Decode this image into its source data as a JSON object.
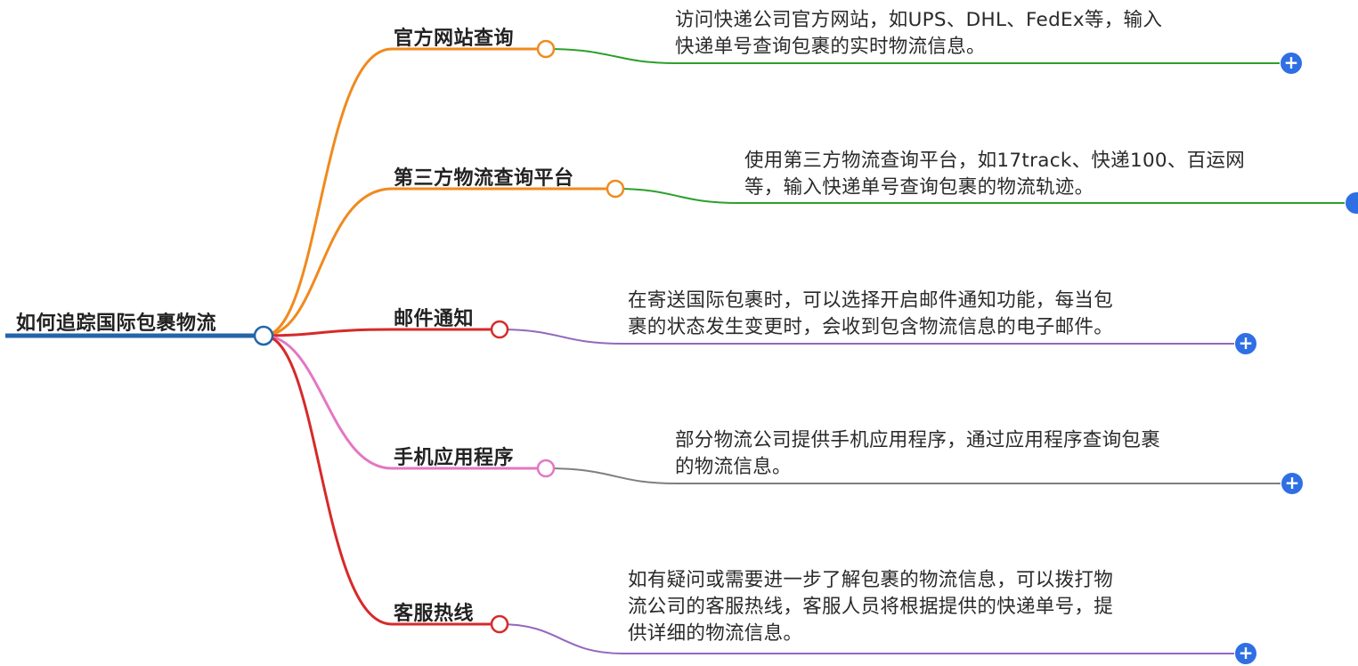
{
  "root": {
    "label": "如何追踪国际包裹物流",
    "color": "#2366a8"
  },
  "branches": [
    {
      "id": "official-site",
      "label": "官方网站查询",
      "color": "#f08a1e",
      "leaf_color": "#2ca02c",
      "text": "访问快递公司官方网站，如UPS、DHL、FedEx等，输入快递单号查询包裹的实时物流信息。",
      "lines": [
        "访问快递公司官方网站，如UPS、DHL、FedEx等，输入",
        "快递单号查询包裹的实时物流信息。"
      ]
    },
    {
      "id": "third-party",
      "label": "第三方物流查询平台",
      "color": "#f08a1e",
      "leaf_color": "#2ca02c",
      "text": "使用第三方物流查询平台，如17track、快递100、百运网等，输入快递单号查询包裹的物流轨迹。",
      "lines": [
        "使用第三方物流查询平台，如17track、快递100、百运网",
        "等，输入快递单号查询包裹的物流轨迹。"
      ]
    },
    {
      "id": "email",
      "label": "邮件通知",
      "color": "#d62a2a",
      "leaf_color": "#9467bd",
      "text": "在寄送国际包裹时，可以选择开启邮件通知功能，每当包裹的状态发生变更时，会收到包含物流信息的电子邮件。",
      "lines": [
        "在寄送国际包裹时，可以选择开启邮件通知功能，每当包",
        "裹的状态发生变更时，会收到包含物流信息的电子邮件。"
      ]
    },
    {
      "id": "mobile-app",
      "label": "手机应用程序",
      "color": "#e377c2",
      "leaf_color": "#7f7f7f",
      "text": "部分物流公司提供手机应用程序，通过应用程序查询包裹的物流信息。",
      "lines": [
        "部分物流公司提供手机应用程序，通过应用程序查询包裹",
        "的物流信息。"
      ]
    },
    {
      "id": "hotline",
      "label": "客服热线",
      "color": "#d62a2a",
      "leaf_color": "#9467bd",
      "text": "如有疑问或需要进一步了解包裹的物流信息，可以拨打物流公司的客服热线，客服人员将根据提供的快递单号，提供详细的物流信息。",
      "lines": [
        "如有疑问或需要进一步了解包裹的物流信息，可以拨打物",
        "流公司的客服热线，客服人员将根据提供的快递单号，提",
        "供详细的物流信息。"
      ]
    }
  ],
  "expand_icon": "plus-circle-icon",
  "expand_color": "#2f6fe4"
}
